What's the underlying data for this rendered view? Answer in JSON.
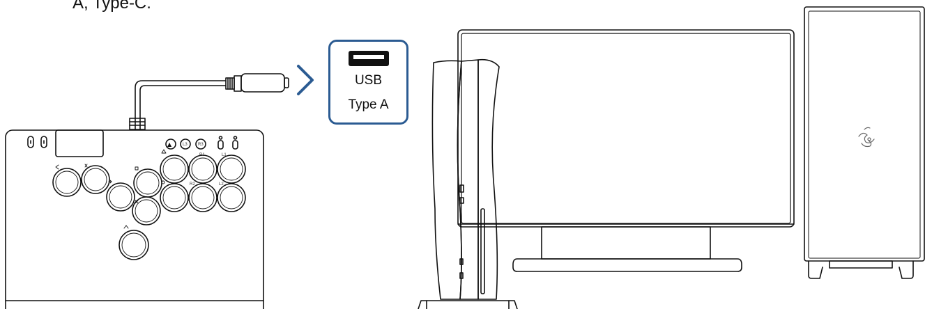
{
  "intro": {
    "text": "A, Type-C."
  },
  "port": {
    "line1": "USB",
    "line2": "Type A"
  },
  "controller": {
    "small_buttons": [
      "L3",
      "R3"
    ],
    "button_labels": [
      "R1",
      "L1",
      "R2",
      "L2"
    ]
  },
  "icons": [
    "usb-c-plug-icon",
    "chevron-right-icon",
    "usb-port-icon",
    "playstation-icon",
    "razer-logo-icon"
  ]
}
